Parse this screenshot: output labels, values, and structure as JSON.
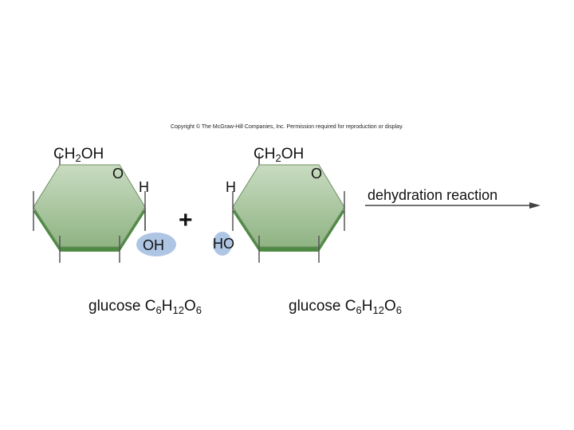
{
  "copyright": "Copyright © The McGraw-Hill Companies, Inc. Permission required for reproduction or display.",
  "left_glucose": {
    "ch2oh": {
      "c": "CH",
      "sub": "2",
      "rest": "OH"
    },
    "ring_oxygen": "O",
    "h_label": "H",
    "oh_label": "OH",
    "caption": {
      "name": "glucose C",
      "s1": "6",
      "h": "H",
      "s2": "12",
      "o": "O",
      "s3": "6"
    }
  },
  "right_glucose": {
    "ch2oh": {
      "c": "CH",
      "sub": "2",
      "rest": "OH"
    },
    "ring_oxygen": "O",
    "h_label": "H",
    "ho_label": "HO",
    "caption": {
      "name": "glucose C",
      "s1": "6",
      "h": "H",
      "s2": "12",
      "o": "O",
      "s3": "6"
    }
  },
  "plus_sign": "+",
  "reaction_label": "dehydration reaction",
  "colors": {
    "ring_fill": "#9fbf93",
    "ring_fill_light": "#c9dcc1",
    "ring_edge": "#4f8a45",
    "bond": "#555555",
    "highlight": "#aec6e4",
    "arrow": "#444444"
  }
}
